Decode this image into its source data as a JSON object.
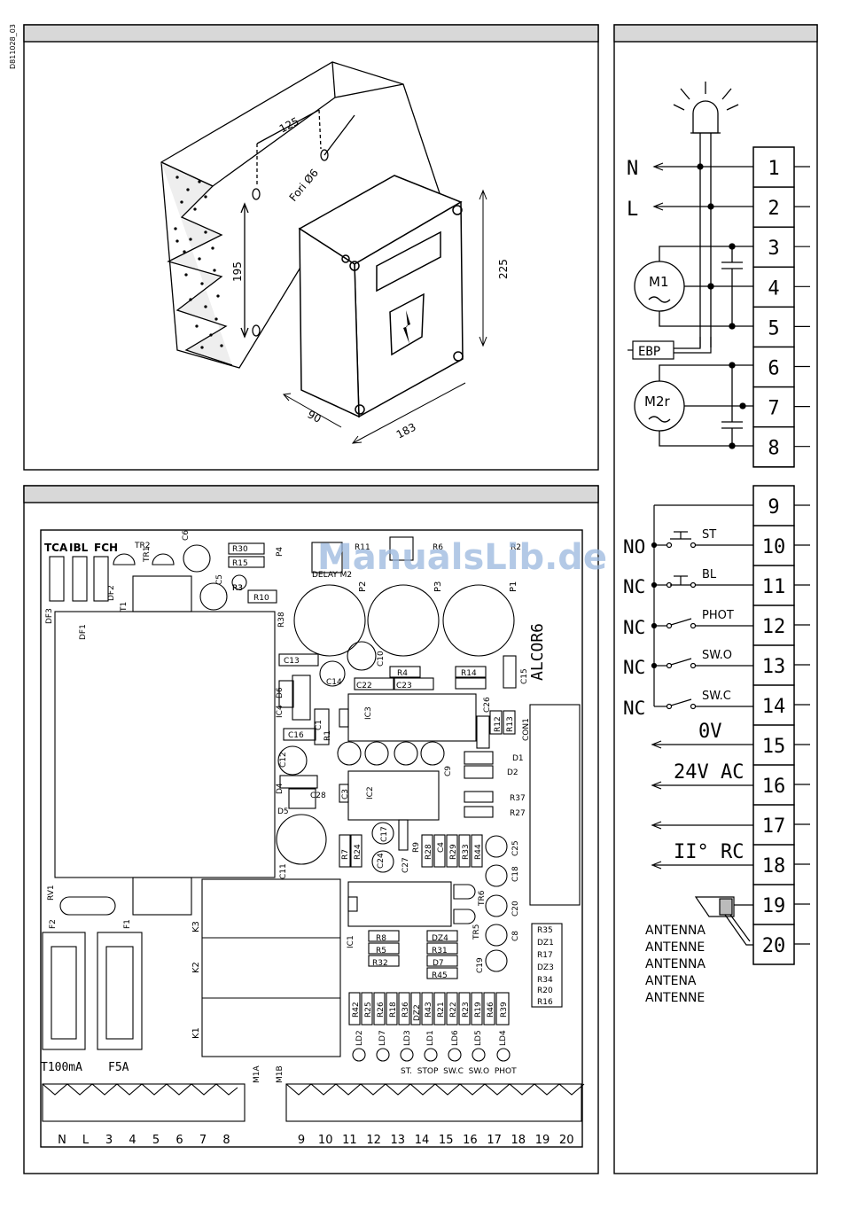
{
  "doc_code": "D811028_03",
  "watermark": "ManualsLib.de",
  "install": {
    "dim_125": "125",
    "holes": "Fori Ø6",
    "dim_195": "195",
    "dim_225": "225",
    "dim_90": "90",
    "dim_183": "183"
  },
  "wiring": {
    "supply": [
      "N",
      "L"
    ],
    "terminals": [
      "1",
      "2",
      "3",
      "4",
      "5",
      "6",
      "7",
      "8",
      "9",
      "10",
      "11",
      "12",
      "13",
      "14",
      "15",
      "16",
      "17",
      "18",
      "19",
      "20"
    ],
    "motor1": "M1",
    "motor2": "M2r",
    "ebp": "EBP",
    "contacts": [
      {
        "state": "NO",
        "name": "ST"
      },
      {
        "state": "NC",
        "name": "BL"
      },
      {
        "state": "NC",
        "name": "PHOT"
      },
      {
        "state": "NC",
        "name": "SW.O"
      },
      {
        "state": "NC",
        "name": "SW.C"
      }
    ],
    "v0": "0V",
    "v24": "24V AC",
    "rc": "II° RC",
    "antenna": [
      "ANTENNA",
      "ANTENNE",
      "ANTENNA",
      "ANTENA",
      "ANTENNE"
    ]
  },
  "board": {
    "name": "ALCOR6",
    "header_labels": [
      "TCA",
      "IBL",
      "FCH"
    ],
    "fuses": [
      "T100mA",
      "F5A"
    ],
    "terminal_block_a": [
      "N",
      "L",
      "3",
      "4",
      "5",
      "6",
      "7",
      "8"
    ],
    "terminal_block_b": [
      "9",
      "10",
      "11",
      "12",
      "13",
      "14",
      "15",
      "16",
      "17",
      "18",
      "19",
      "20"
    ],
    "block_a_name": "M1A",
    "block_b_name": "M1B",
    "led_labels": "ST.  STOP  SW.C  SW.O  PHOT",
    "relays": [
      "K3",
      "K2",
      "K1"
    ],
    "trimmers": [
      "P2",
      "P3",
      "P1"
    ],
    "components": [
      "TR2",
      "TR1",
      "C6",
      "R30",
      "R15",
      "C5",
      "R3",
      "R10",
      "T1",
      "DF2",
      "DF3",
      "DF1",
      "R38",
      "P4",
      "DELAY M2",
      "IC4",
      "C13",
      "C14",
      "C10",
      "C22",
      "C23",
      "R4",
      "R14",
      "R3",
      "C15",
      "D6",
      "C1",
      "R1",
      "IC3",
      "C16",
      "C26",
      "R12",
      "R13",
      "CON1",
      "C12",
      "D1",
      "D2",
      "C9",
      "C28",
      "C3",
      "IC2",
      "D4",
      "D5",
      "R37",
      "R27",
      "C11",
      "C17",
      "C24",
      "R7",
      "R24",
      "C27",
      "R9",
      "R28",
      "C4",
      "R29",
      "R33",
      "R44",
      "C25",
      "C18",
      "RV1",
      "F2",
      "F1",
      "TR6",
      "C20",
      "IC1",
      "R8",
      "R5",
      "R32",
      "DZ4",
      "R31",
      "D7",
      "R45",
      "TR5",
      "C8",
      "C19",
      "R35",
      "DZ1",
      "R17",
      "DZ3",
      "R34",
      "R20",
      "R16",
      "R42",
      "R25",
      "R26",
      "R18",
      "R36",
      "DZ2",
      "R43",
      "R21",
      "R22",
      "R23",
      "R19",
      "R46",
      "R39",
      "LD2",
      "LD7",
      "LD3",
      "LD1",
      "LD6",
      "LD5",
      "LD4",
      "R6",
      "R2",
      "R11"
    ]
  }
}
